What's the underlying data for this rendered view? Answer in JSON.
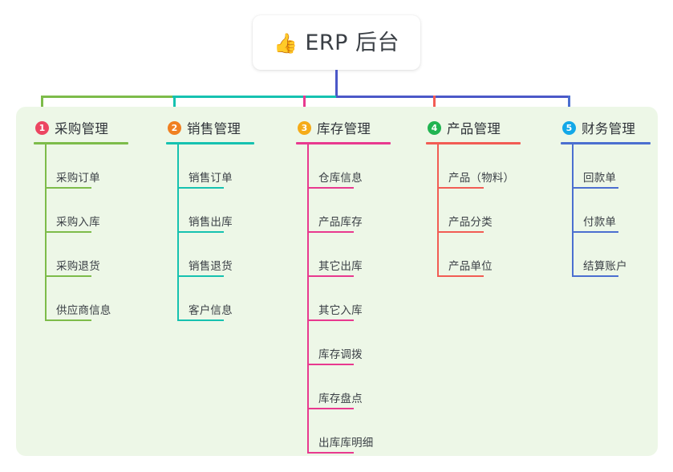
{
  "page": {
    "background": "#ffffff",
    "panel_background": "#edf7e7"
  },
  "root": {
    "emoji": "👍",
    "emoji_name": "thumbs-up-icon",
    "title": "ERP 后台"
  },
  "connector": {
    "trunk_color": "#4b58c8",
    "segments": [
      {
        "color": "#7dbc4a"
      },
      {
        "color": "#16c2b0"
      },
      {
        "color": "#4b58c8"
      }
    ]
  },
  "columns": [
    {
      "index": "1",
      "title": "采购管理",
      "color": "#7dbc4a",
      "badge_color": "#ec4661",
      "items": [
        "采购订单",
        "采购入库",
        "采购退货",
        "供应商信息"
      ]
    },
    {
      "index": "2",
      "title": "销售管理",
      "color": "#16c2b0",
      "badge_color": "#f08021",
      "items": [
        "销售订单",
        "销售出库",
        "销售退货",
        "客户信息"
      ]
    },
    {
      "index": "3",
      "title": "库存管理",
      "color": "#e8398f",
      "badge_color": "#f5ab18",
      "items": [
        "仓库信息",
        "产品库存",
        "其它出库",
        "其它入库",
        "库存调拨",
        "库存盘点",
        "出库库明细"
      ]
    },
    {
      "index": "4",
      "title": "产品管理",
      "color": "#f25c54",
      "badge_color": "#21b451",
      "items": [
        "产品（物料）",
        "产品分类",
        "产品单位"
      ]
    },
    {
      "index": "5",
      "title": "财务管理",
      "color": "#4b6fd0",
      "badge_color": "#13a8e8",
      "items": [
        "回款单",
        "付款单",
        "结算账户"
      ]
    }
  ]
}
